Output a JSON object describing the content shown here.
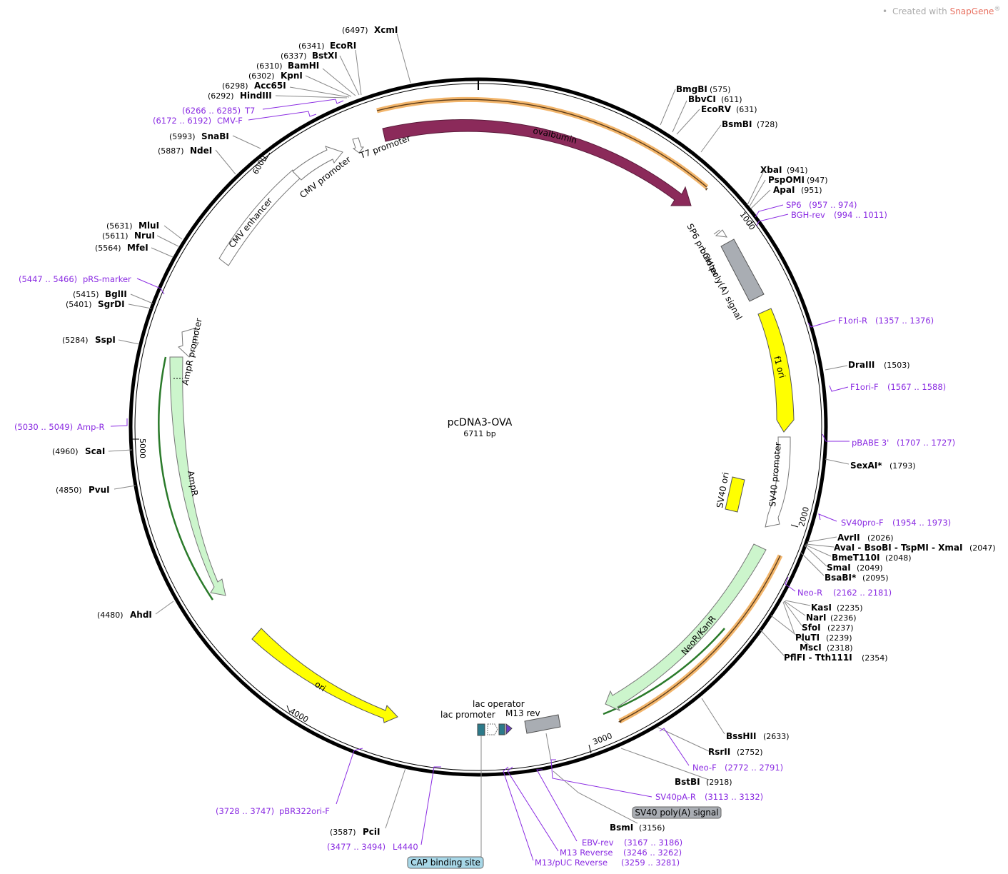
{
  "credit": {
    "prefix": "Created with ",
    "brand": "SnapGene",
    "mark": "®"
  },
  "plasmid": {
    "name": "pcDNA3-OVA",
    "size_label": "6711 bp",
    "length": 6711
  },
  "ticks": [
    "1000",
    "2000",
    "3000",
    "4000",
    "5000",
    "6000"
  ],
  "enzymes": [
    {
      "name": "XcmI",
      "pos": "(6497)"
    },
    {
      "name": "EcoRI",
      "pos": "(6341)"
    },
    {
      "name": "BstXI",
      "pos": "(6337)"
    },
    {
      "name": "BamHI",
      "pos": "(6310)"
    },
    {
      "name": "KpnI",
      "pos": "(6302)"
    },
    {
      "name": "Acc65I",
      "pos": "(6298)"
    },
    {
      "name": "HindIII",
      "pos": "(6292)"
    },
    {
      "name": "SnaBI",
      "pos": "(5993)"
    },
    {
      "name": "NdeI",
      "pos": "(5887)"
    },
    {
      "name": "MluI",
      "pos": "(5631)"
    },
    {
      "name": "NruI",
      "pos": "(5611)"
    },
    {
      "name": "MfeI",
      "pos": "(5564)"
    },
    {
      "name": "BglII",
      "pos": "(5415)"
    },
    {
      "name": "SgrDI",
      "pos": "(5401)"
    },
    {
      "name": "SspI",
      "pos": "(5284)"
    },
    {
      "name": "ScaI",
      "pos": "(4960)"
    },
    {
      "name": "PvuI",
      "pos": "(4850)"
    },
    {
      "name": "AhdI",
      "pos": "(4480)"
    },
    {
      "name": "PciI",
      "pos": "(3587)"
    },
    {
      "name": "BsmI",
      "pos": "(3156)"
    },
    {
      "name": "BstBI",
      "pos": "(2918)"
    },
    {
      "name": "RsrII",
      "pos": "(2752)"
    },
    {
      "name": "BssHII",
      "pos": "(2633)"
    },
    {
      "name": "PflFI - Tth111I",
      "pos": "(2354)"
    },
    {
      "name": "MscI",
      "pos": "(2318)"
    },
    {
      "name": "PluTI",
      "pos": "(2239)"
    },
    {
      "name": "SfoI",
      "pos": "(2237)"
    },
    {
      "name": "NarI",
      "pos": "(2236)"
    },
    {
      "name": "KasI",
      "pos": "(2235)"
    },
    {
      "name": "BsaBI*",
      "pos": "(2095)"
    },
    {
      "name": "SmaI",
      "pos": "(2049)"
    },
    {
      "name": "BmeT110I",
      "pos": "(2048)"
    },
    {
      "name": "AvaI - BsoBI - TspMI - XmaI",
      "pos": "(2047)"
    },
    {
      "name": "AvrII",
      "pos": "(2026)"
    },
    {
      "name": "SexAI*",
      "pos": "(1793)"
    },
    {
      "name": "DraIII",
      "pos": "(1503)"
    },
    {
      "name": "ApaI",
      "pos": "(951)"
    },
    {
      "name": "PspOMI",
      "pos": "(947)"
    },
    {
      "name": "XbaI",
      "pos": "(941)"
    },
    {
      "name": "BsmBI",
      "pos": "(728)"
    },
    {
      "name": "EcoRV",
      "pos": "(631)"
    },
    {
      "name": "BbvCI",
      "pos": "(611)"
    },
    {
      "name": "BmgBI",
      "pos": "(575)"
    }
  ],
  "primers": [
    {
      "name": "T7",
      "range": "(6266 .. 6285)"
    },
    {
      "name": "CMV-F",
      "range": "(6172 .. 6192)"
    },
    {
      "name": "pRS-marker",
      "range": "(5447 .. 5466)"
    },
    {
      "name": "Amp-R",
      "range": "(5030 .. 5049)"
    },
    {
      "name": "pBR322ori-F",
      "range": "(3728 .. 3747)"
    },
    {
      "name": "L4440",
      "range": "(3477 .. 3494)"
    },
    {
      "name": "M13/pUC Reverse",
      "range": "(3259 .. 3281)"
    },
    {
      "name": "M13 Reverse",
      "range": "(3246 .. 3262)"
    },
    {
      "name": "EBV-rev",
      "range": "(3167 .. 3186)"
    },
    {
      "name": "SV40pA-R",
      "range": "(3113 .. 3132)"
    },
    {
      "name": "Neo-F",
      "range": "(2772 .. 2791)"
    },
    {
      "name": "Neo-R",
      "range": "(2162 .. 2181)"
    },
    {
      "name": "SV40pro-F",
      "range": "(1954 .. 1973)"
    },
    {
      "name": "pBABE 3'",
      "range": "(1707 .. 1727)"
    },
    {
      "name": "F1ori-F",
      "range": "(1567 .. 1588)"
    },
    {
      "name": "F1ori-R",
      "range": "(1357 .. 1376)"
    },
    {
      "name": "BGH-rev",
      "range": "(994 .. 1011)"
    },
    {
      "name": "SP6",
      "range": "(957 .. 974)"
    }
  ],
  "features": {
    "ovalbumin": "ovalbumin",
    "sp6_promoter": "SP6 promoter",
    "bgh_polya": "bGH poly(A) signal",
    "f1_ori": "f1 ori",
    "sv40_promoter": "SV40 promoter",
    "sv40_ori": "SV40 ori",
    "neor_kanr": "NeoR/KanR",
    "sv40_polya": "SV40 poly(A) signal",
    "m13_rev": "M13 rev",
    "lac_operator": "lac operator",
    "lac_promoter": "lac promoter",
    "cap_binding_site": "CAP binding site",
    "ori": "ori",
    "ampr": "AmpR",
    "ampr_promoter": "AmpR promoter",
    "cmv_enhancer": "CMV enhancer",
    "cmv_promoter": "CMV promoter",
    "t7_promoter": "T7 promoter"
  },
  "colors": {
    "ovalbumin": "#8b2a5a",
    "ori": "#ffff00",
    "ampr": "#ccf5cc",
    "polya": "#a9adb3",
    "primer": "#8a2be2",
    "orf_highlight": "#f2b56b",
    "lac": "#2c7a8a",
    "m13": "#6a3cc9",
    "cap_badge": "#a8d8e8"
  }
}
